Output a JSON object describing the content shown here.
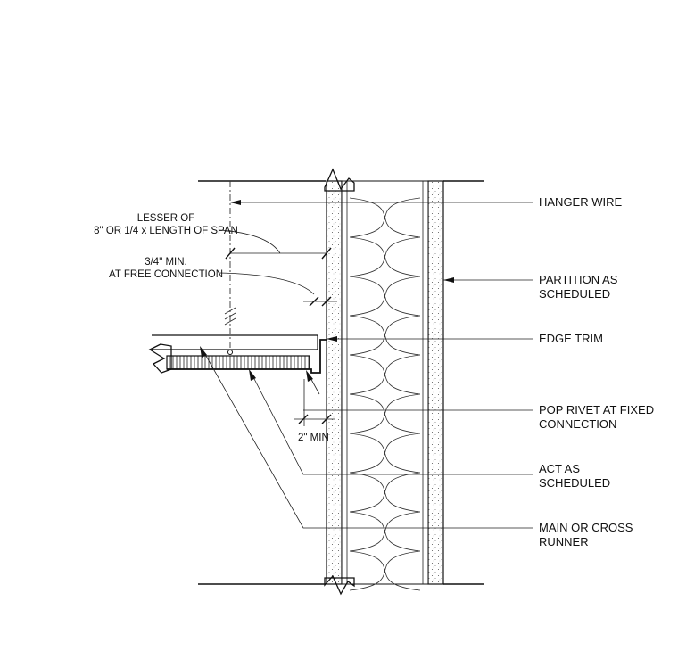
{
  "callouts": {
    "hanger_wire": "HANGER WIRE",
    "partition": [
      "PARTITION AS",
      "SCHEDULED"
    ],
    "edge_trim": "EDGE TRIM",
    "pop_rivet": [
      "POP RIVET AT FIXED",
      "CONNECTION"
    ],
    "act": [
      "ACT AS",
      "SCHEDULED"
    ],
    "runner": [
      "MAIN OR CROSS",
      "RUNNER"
    ]
  },
  "dimension_notes": {
    "lesser_of": [
      "LESSER OF",
      "8\" OR 1/4 x LENGTH OF SPAN"
    ],
    "free_connection": [
      "3/4\" MIN.",
      "AT FREE CONNECTION"
    ],
    "two_min": "2\" MIN"
  }
}
